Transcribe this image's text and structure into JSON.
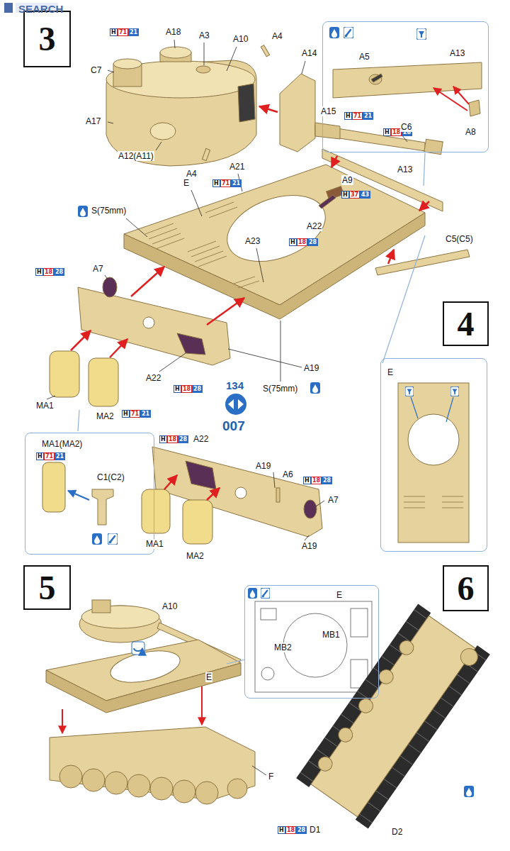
{
  "diagram": {
    "nodes": [
      {
        "text": [
          "3"
        ]
      },
      {
        "text": [
          "A5",
          "A13",
          "A8",
          "H",
          "18",
          "28"
        ]
      },
      {
        "text": [
          "4"
        ]
      },
      {
        "text": [
          "E"
        ]
      },
      {
        "text": [
          "MA1(MA2)",
          "H",
          "71",
          "21",
          "C1(C2)"
        ]
      },
      {
        "text": [
          "5"
        ]
      },
      {
        "text": [
          "6"
        ]
      },
      {
        "text": [
          "E",
          "MB2",
          "MB1"
        ]
      }
    ],
    "labels": [
      "SEARCH",
      "H",
      "71",
      "21",
      "A18",
      "A3",
      "A10",
      "A4",
      "A14",
      "C7",
      "A17",
      "A12(A11)",
      "A4",
      "A15",
      "H",
      "71",
      "21",
      "C6",
      "A21",
      "E",
      "H",
      "71",
      "21",
      "S(75mm)",
      "A13",
      "A9",
      "H",
      "37",
      "43",
      "A22",
      "H",
      "18",
      "28",
      "A23",
      "C5(C5)",
      "A7",
      "H",
      "18",
      "28",
      "A19",
      "S(75mm)",
      "A22",
      "H",
      "18",
      "28",
      "H",
      "71",
      "21",
      "MA1",
      "MA2",
      "134",
      "007",
      "A22",
      "H",
      "18",
      "28",
      "A19",
      "A6",
      "H",
      "18",
      "28",
      "A7",
      "MA1",
      "MA2",
      "A19",
      "A10",
      "E",
      "F",
      "H",
      "18",
      "28",
      "D1",
      "D2"
    ]
  }
}
